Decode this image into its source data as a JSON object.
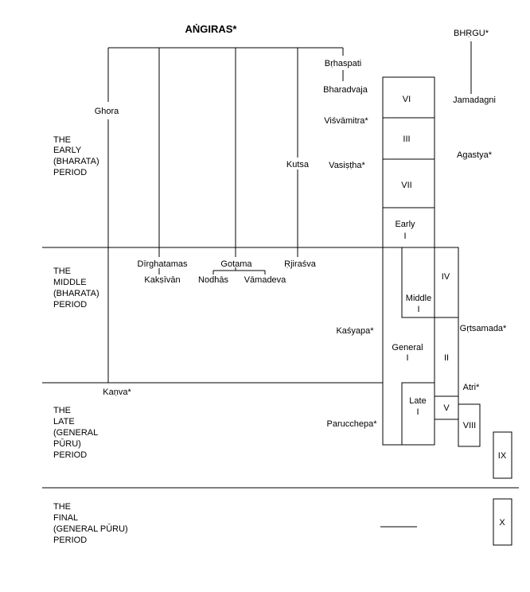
{
  "title": "AṄGIRAS*",
  "bhrgu": "BHṚGU*",
  "periods": [
    [
      "THE",
      "EARLY",
      "(BHARATA)",
      "PERIOD"
    ],
    [
      "THE",
      "MIDDLE",
      "(BHARATA)",
      "PERIOD"
    ],
    [
      "THE",
      "LATE",
      "(GENERAL",
      "PŪRU)",
      "PERIOD"
    ],
    [
      "THE",
      "FINAL",
      "(GENERAL PŪRU)",
      "PERIOD"
    ]
  ],
  "names": {
    "ghora": "Ghora",
    "brhaspati": "Bṛhaspati",
    "bharadvaja": "Bharadvaja",
    "visvamitra": "Viśvāmitra*",
    "vasistha": "Vasiṣṭha*",
    "kutsa": "Kutsa",
    "dirghatamas": "Dīrghatamas",
    "kaksivan": "Kakṣīvān",
    "gotama": "Gotama",
    "nodhas": "Nodhās",
    "vamadeva": "Vāmadeva",
    "rjirasva": "Ṛjiraśva",
    "kanva": "Kaṇva*",
    "kasyapa": "Kaśyapa*",
    "parucchepa": "Parucchepa*",
    "jamadagni": "Jamadagni",
    "agastya": "Agastya*",
    "grtsamada": "Gṛtsamada*",
    "atri": "Atri*"
  },
  "books": {
    "vi": "VI",
    "iii": "III",
    "vii": "VII",
    "early_1": "Early",
    "early_2": "I",
    "iv": "IV",
    "middle_1": "Middle",
    "middle_2": "I",
    "general_1": "General",
    "general_2": "I",
    "ii": "II",
    "late_1": "Late",
    "late_2": "I",
    "v": "V",
    "viii": "VIII",
    "ix": "IX",
    "x": "X"
  }
}
